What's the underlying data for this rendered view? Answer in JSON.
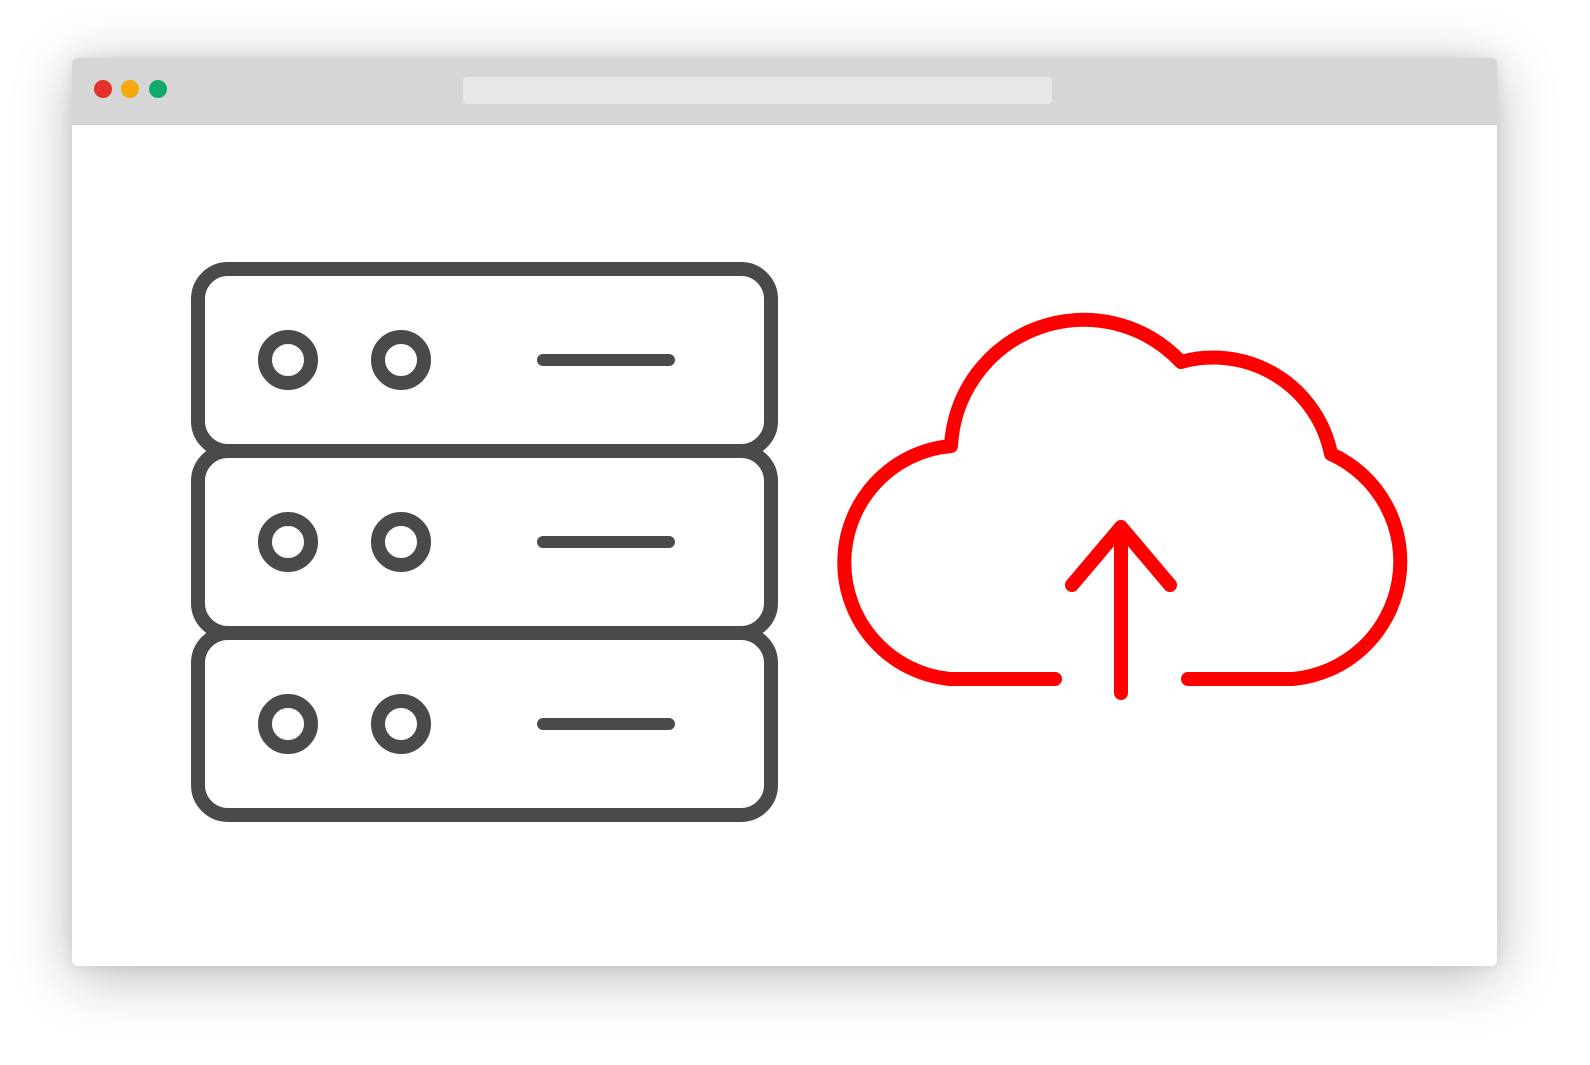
{
  "window": {
    "controls": [
      {
        "name": "close",
        "color": "#e2322b"
      },
      {
        "name": "minimize",
        "color": "#f5a80b"
      },
      {
        "name": "maximize",
        "color": "#11a86b"
      }
    ],
    "address_bar": {
      "value": ""
    }
  },
  "illustration": {
    "server_icon": {
      "name": "server-stack-icon",
      "units": 3,
      "color": "#4a4a4a"
    },
    "cloud_icon": {
      "name": "cloud-upload-icon",
      "color": "#ff0000"
    }
  }
}
